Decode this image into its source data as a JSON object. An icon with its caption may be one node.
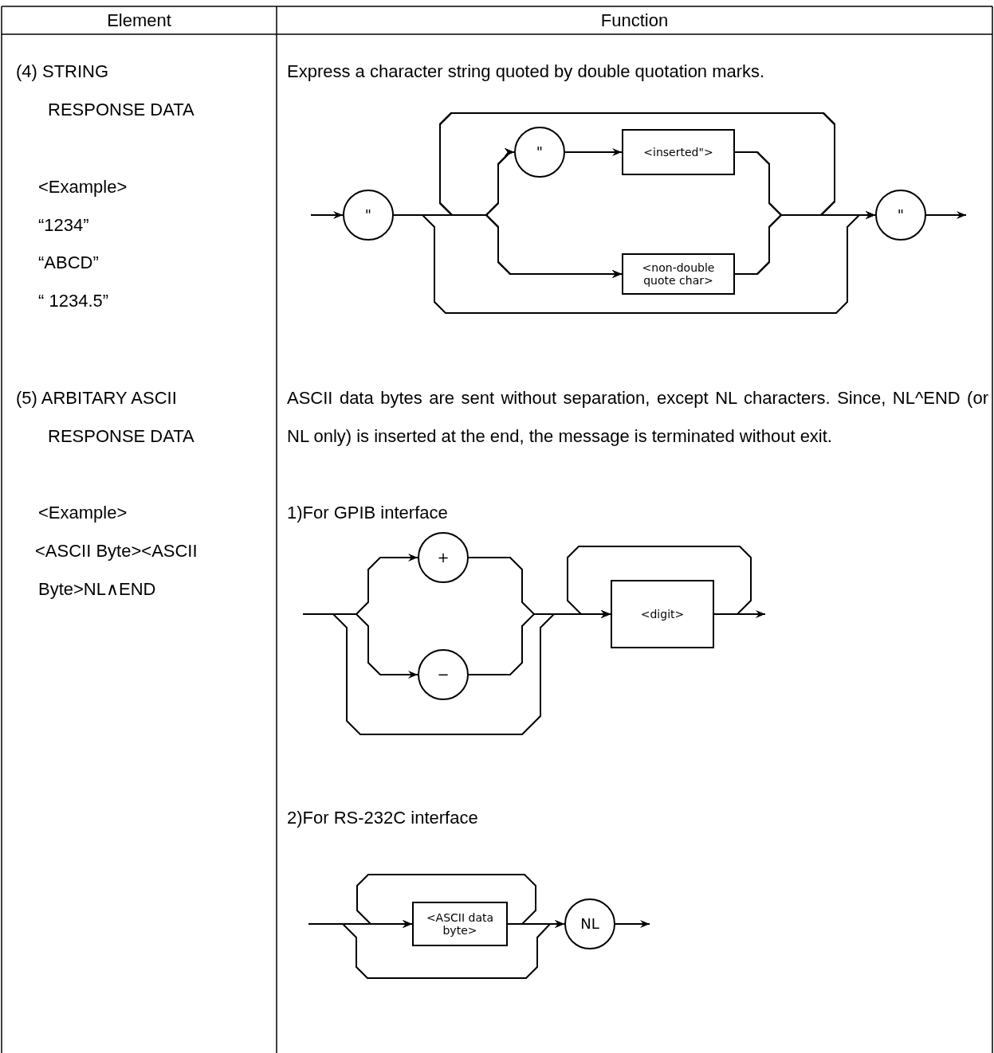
{
  "diagram": {
    "nodes": [
      {
        "text": [
          "\""
        ]
      },
      {
        "text": [
          "\""
        ]
      },
      {
        "text": [
          "<inserted\">"
        ]
      },
      {
        "text": [
          "<non-double quote char>"
        ]
      },
      {
        "text": [
          "\""
        ]
      },
      {
        "text": [
          "+"
        ]
      },
      {
        "text": [
          "−"
        ]
      },
      {
        "text": [
          "<digit>"
        ]
      },
      {
        "text": [
          "<ASCII data byte>"
        ]
      },
      {
        "text": [
          "NL"
        ]
      }
    ],
    "edges": [
      {
        "from": null,
        "to": 0,
        "arrow": "to"
      },
      {
        "from": 0,
        "to": 1,
        "arrow": "to"
      },
      {
        "from": 0,
        "to": 3,
        "arrow": "to"
      },
      {
        "from": 0,
        "to": 4,
        "arrow": "to"
      },
      {
        "from": 1,
        "to": 2,
        "arrow": "to"
      },
      {
        "from": 2,
        "to": 4,
        "arrow": "to"
      },
      {
        "from": 3,
        "to": 4,
        "arrow": "to"
      },
      {
        "from": 2,
        "to": 1,
        "arrow": "to"
      },
      {
        "from": 2,
        "to": 3,
        "arrow": "to"
      },
      {
        "from": 3,
        "to": 1,
        "arrow": "to"
      },
      {
        "from": 3,
        "to": 3,
        "arrow": "to"
      },
      {
        "from": 4,
        "to": null,
        "arrow": "to"
      },
      {
        "from": null,
        "to": 5,
        "arrow": "to"
      },
      {
        "from": null,
        "to": 6,
        "arrow": "to"
      },
      {
        "from": null,
        "to": 7,
        "arrow": "to"
      },
      {
        "from": 5,
        "to": 7,
        "arrow": "to"
      },
      {
        "from": 6,
        "to": 7,
        "arrow": "to"
      },
      {
        "from": 7,
        "to": 7,
        "arrow": "to"
      },
      {
        "from": 7,
        "to": null,
        "arrow": "to"
      },
      {
        "from": null,
        "to": 8,
        "arrow": "to"
      },
      {
        "from": null,
        "to": 9,
        "arrow": "to"
      },
      {
        "from": 8,
        "to": 9,
        "arrow": "to"
      },
      {
        "from": 8,
        "to": 8,
        "arrow": "to"
      },
      {
        "from": 9,
        "to": null,
        "arrow": "to"
      }
    ],
    "labels": [
      "Element",
      "Function",
      "(4) STRING RESPONSE DATA",
      "Express a character string quoted by double quotation marks.",
      "<Example>",
      "“1234”",
      "“ABCD”",
      "“ 1234.5”",
      "(5) ARBITARY ASCII RESPONSE DATA",
      "ASCII data bytes are sent without separation, except NL characters. Since, NL^END (or NL only) is inserted at the end, the message is terminated without exit.",
      "<Example>",
      "1)For GPIB interface",
      "<ASCII Byte><ASCII Byte>NL∧END",
      "2)For RS-232C interface"
    ]
  }
}
